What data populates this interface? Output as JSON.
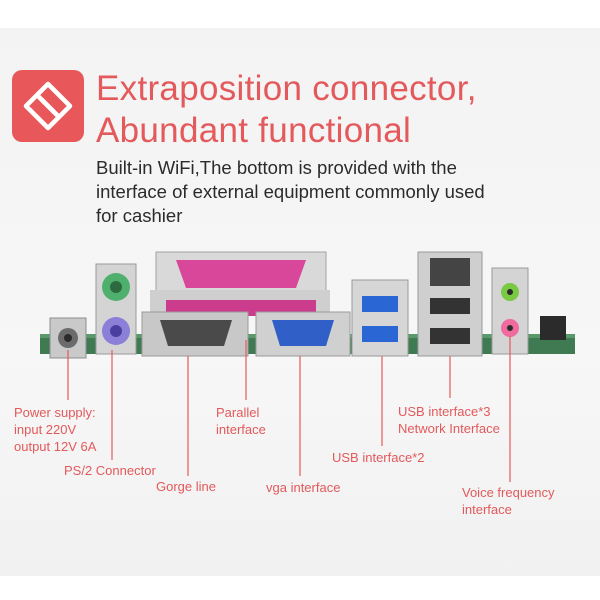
{
  "header": {
    "title_line1": "Extraposition connector,",
    "title_line2": "Abundant functional",
    "description_lines": [
      "Built-in WiFi,The bottom is provided with the",
      "interface of external equipment commonly used",
      "for cashier"
    ]
  },
  "labels": {
    "power_supply": [
      "Power supply:",
      "input 220V",
      "output 12V 6A"
    ],
    "ps2": "PS/2 Connector",
    "gorge_line": "Gorge line",
    "parallel": [
      "Parallel",
      "interface"
    ],
    "vga": "vga interface",
    "usb2": "USB interface*2",
    "usb3_network": [
      "USB interface*3",
      "Network Interface"
    ],
    "voice": [
      "Voice   frequency",
      "interface"
    ]
  },
  "colors": {
    "accent": "#e45a5c",
    "logo_bg": "#e8585a",
    "board_green": "#3f7a52",
    "parallel_port": "#d9479b",
    "vga_port": "#2f5fc7",
    "usb3_blue": "#2a66d4"
  },
  "icons": {
    "logo": "linked-chain-icon"
  }
}
